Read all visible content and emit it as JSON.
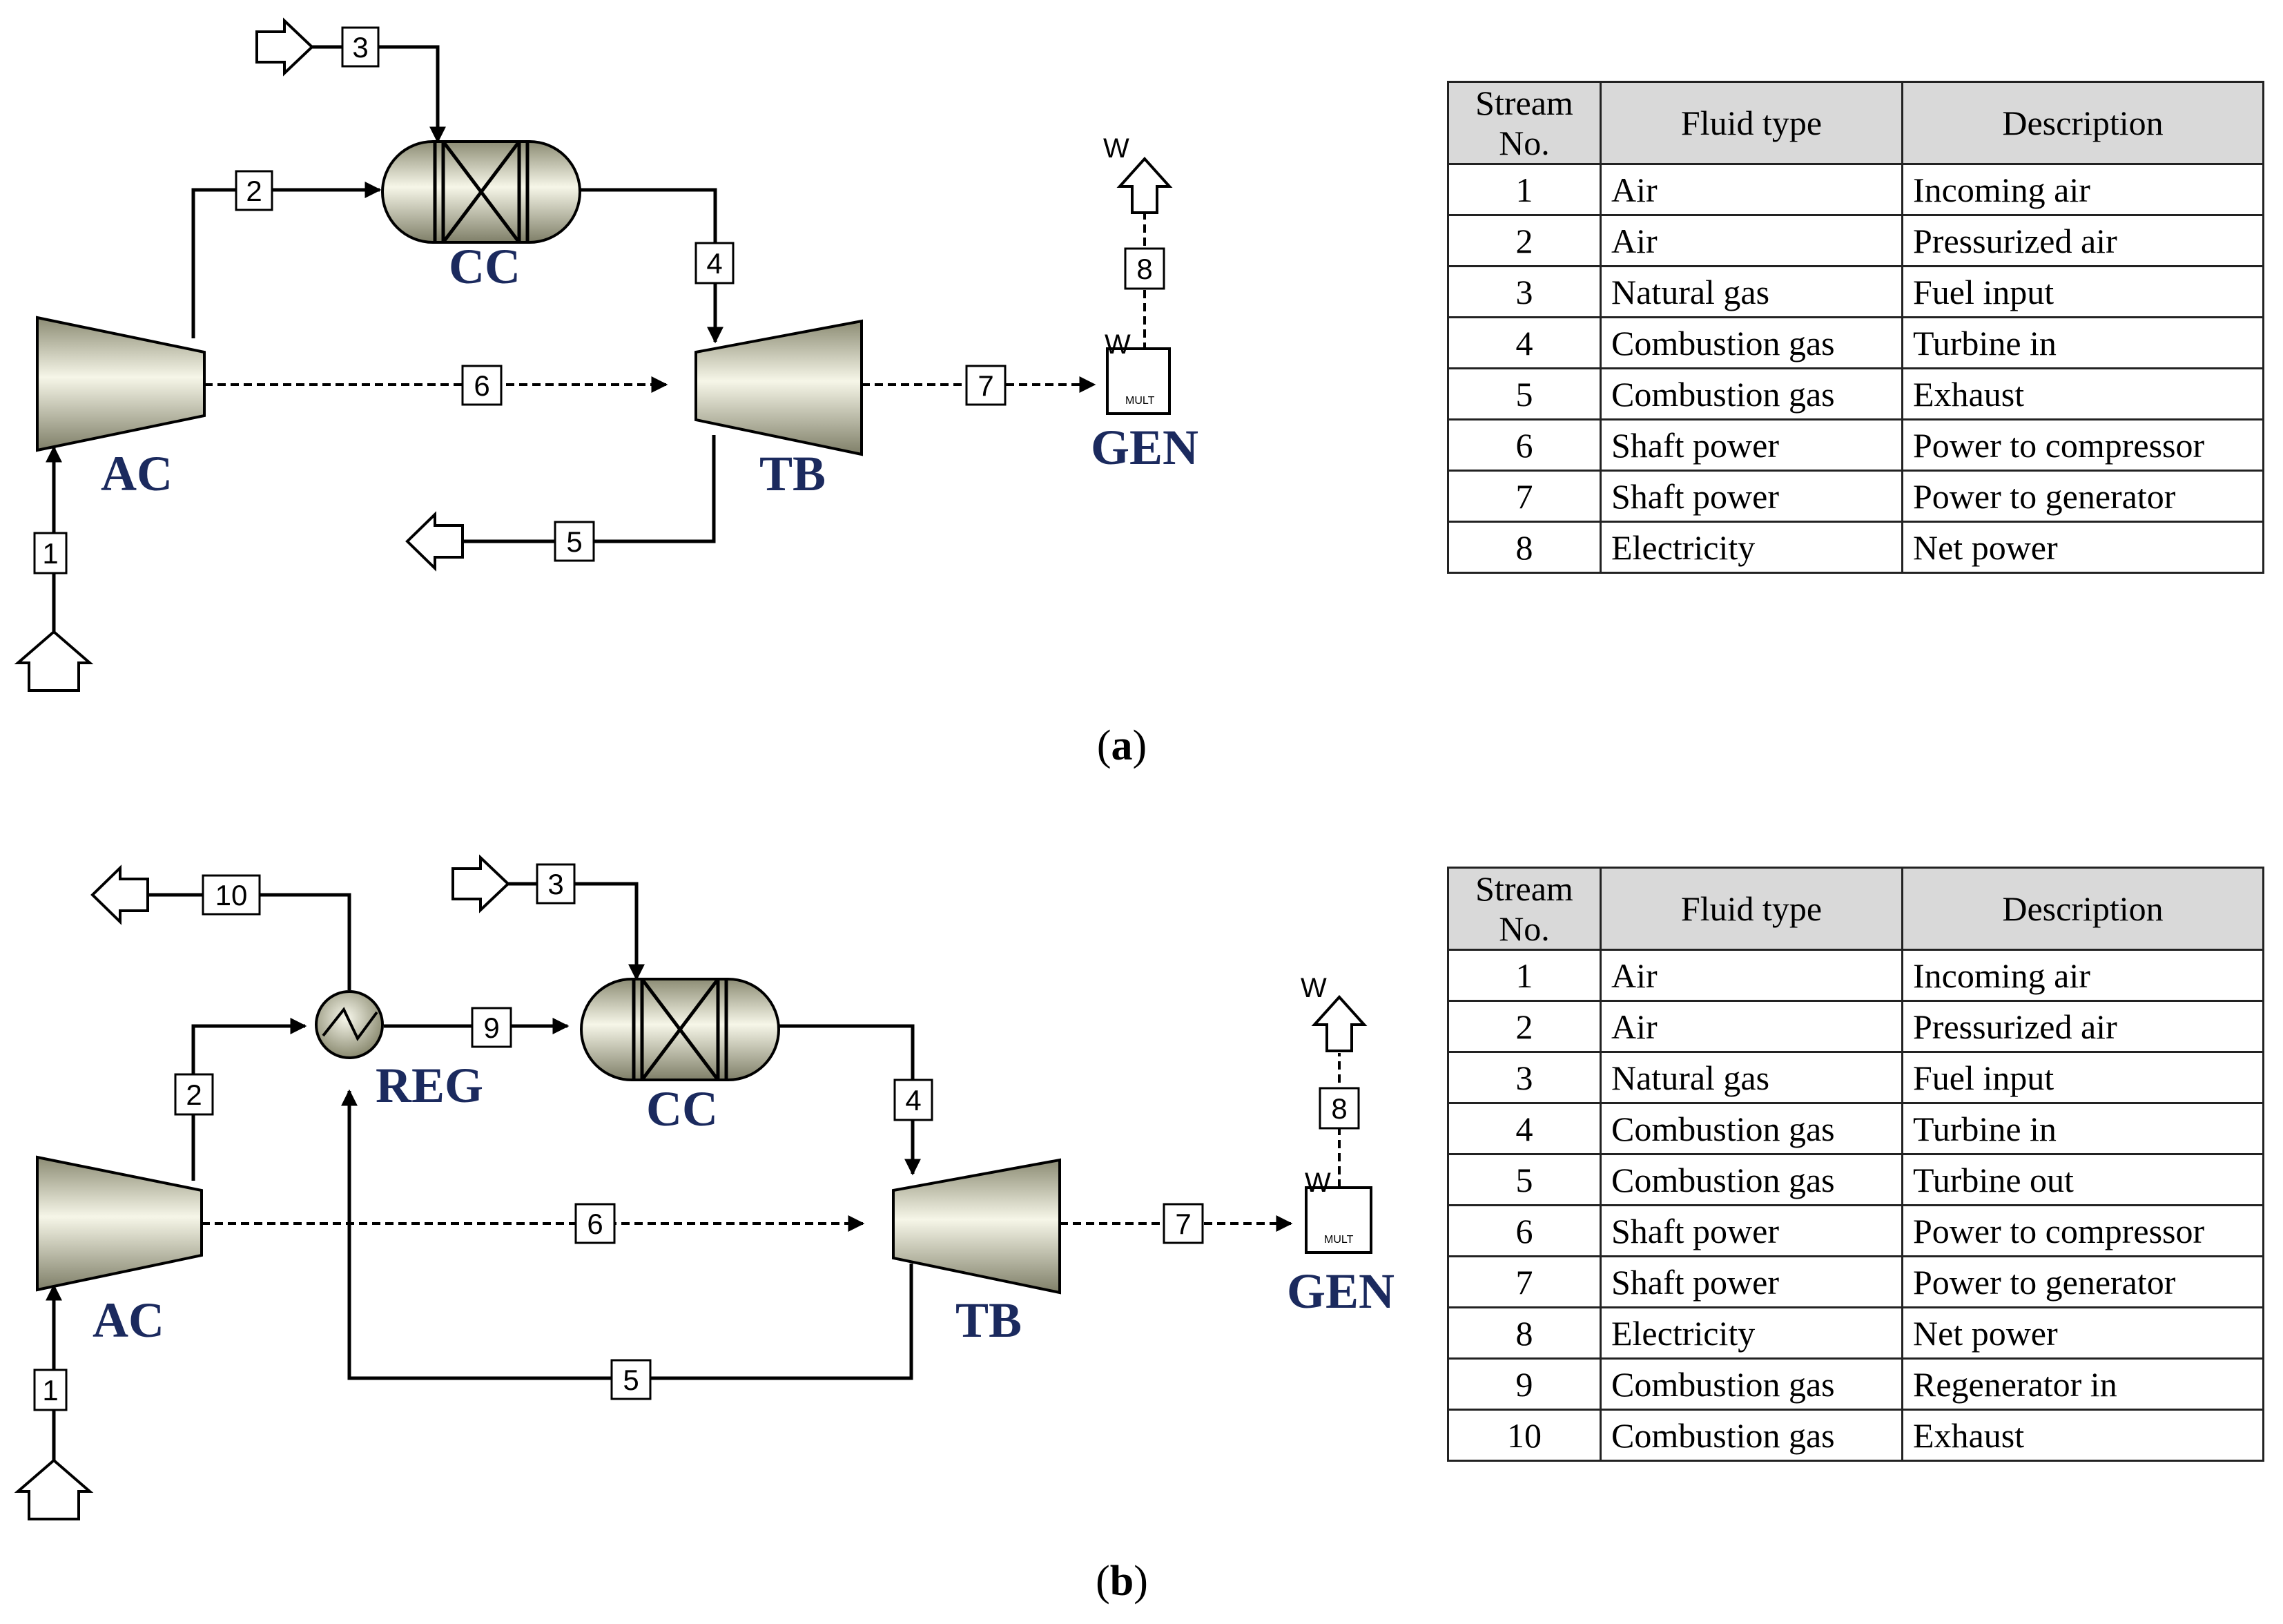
{
  "panel_a": {
    "caption_label": "a",
    "units": {
      "AC": "AC",
      "CC": "CC",
      "TB": "TB",
      "GEN": "GEN"
    },
    "streams": [
      "1",
      "2",
      "3",
      "4",
      "5",
      "6",
      "7",
      "8"
    ],
    "work_label": "W",
    "mult_label": "MULT",
    "table": {
      "headers": {
        "stream_line1": "Stream",
        "stream_line2": "No.",
        "fluid": "Fluid type",
        "description": "Description"
      },
      "rows": [
        {
          "no": "1",
          "fluid": "Air",
          "desc": "Incoming air"
        },
        {
          "no": "2",
          "fluid": "Air",
          "desc": "Pressurized air"
        },
        {
          "no": "3",
          "fluid": "Natural gas",
          "desc": "Fuel input"
        },
        {
          "no": "4",
          "fluid": "Combustion gas",
          "desc": "Turbine in"
        },
        {
          "no": "5",
          "fluid": "Combustion gas",
          "desc": "Exhaust"
        },
        {
          "no": "6",
          "fluid": "Shaft power",
          "desc": "Power to compressor"
        },
        {
          "no": "7",
          "fluid": "Shaft power",
          "desc": "Power to generator"
        },
        {
          "no": "8",
          "fluid": "Electricity",
          "desc": "Net power"
        }
      ]
    }
  },
  "panel_b": {
    "caption_label": "b",
    "units": {
      "AC": "AC",
      "REG": "REG",
      "CC": "CC",
      "TB": "TB",
      "GEN": "GEN"
    },
    "streams": [
      "1",
      "2",
      "3",
      "4",
      "5",
      "6",
      "7",
      "8",
      "9",
      "10"
    ],
    "work_label": "W",
    "mult_label": "MULT",
    "table": {
      "headers": {
        "stream_line1": "Stream",
        "stream_line2": "No.",
        "fluid": "Fluid type",
        "description": "Description"
      },
      "rows": [
        {
          "no": "1",
          "fluid": "Air",
          "desc": "Incoming air"
        },
        {
          "no": "2",
          "fluid": "Air",
          "desc": "Pressurized air"
        },
        {
          "no": "3",
          "fluid": "Natural gas",
          "desc": "Fuel input"
        },
        {
          "no": "4",
          "fluid": "Combustion gas",
          "desc": "Turbine in"
        },
        {
          "no": "5",
          "fluid": "Combustion gas",
          "desc": "Turbine out"
        },
        {
          "no": "6",
          "fluid": "Shaft power",
          "desc": "Power to compressor"
        },
        {
          "no": "7",
          "fluid": "Shaft power",
          "desc": "Power to generator"
        },
        {
          "no": "8",
          "fluid": "Electricity",
          "desc": "Net power"
        },
        {
          "no": "9",
          "fluid": "Combustion gas",
          "desc": "Regenerator in"
        },
        {
          "no": "10",
          "fluid": "Combustion gas",
          "desc": "Exhaust"
        }
      ]
    }
  }
}
